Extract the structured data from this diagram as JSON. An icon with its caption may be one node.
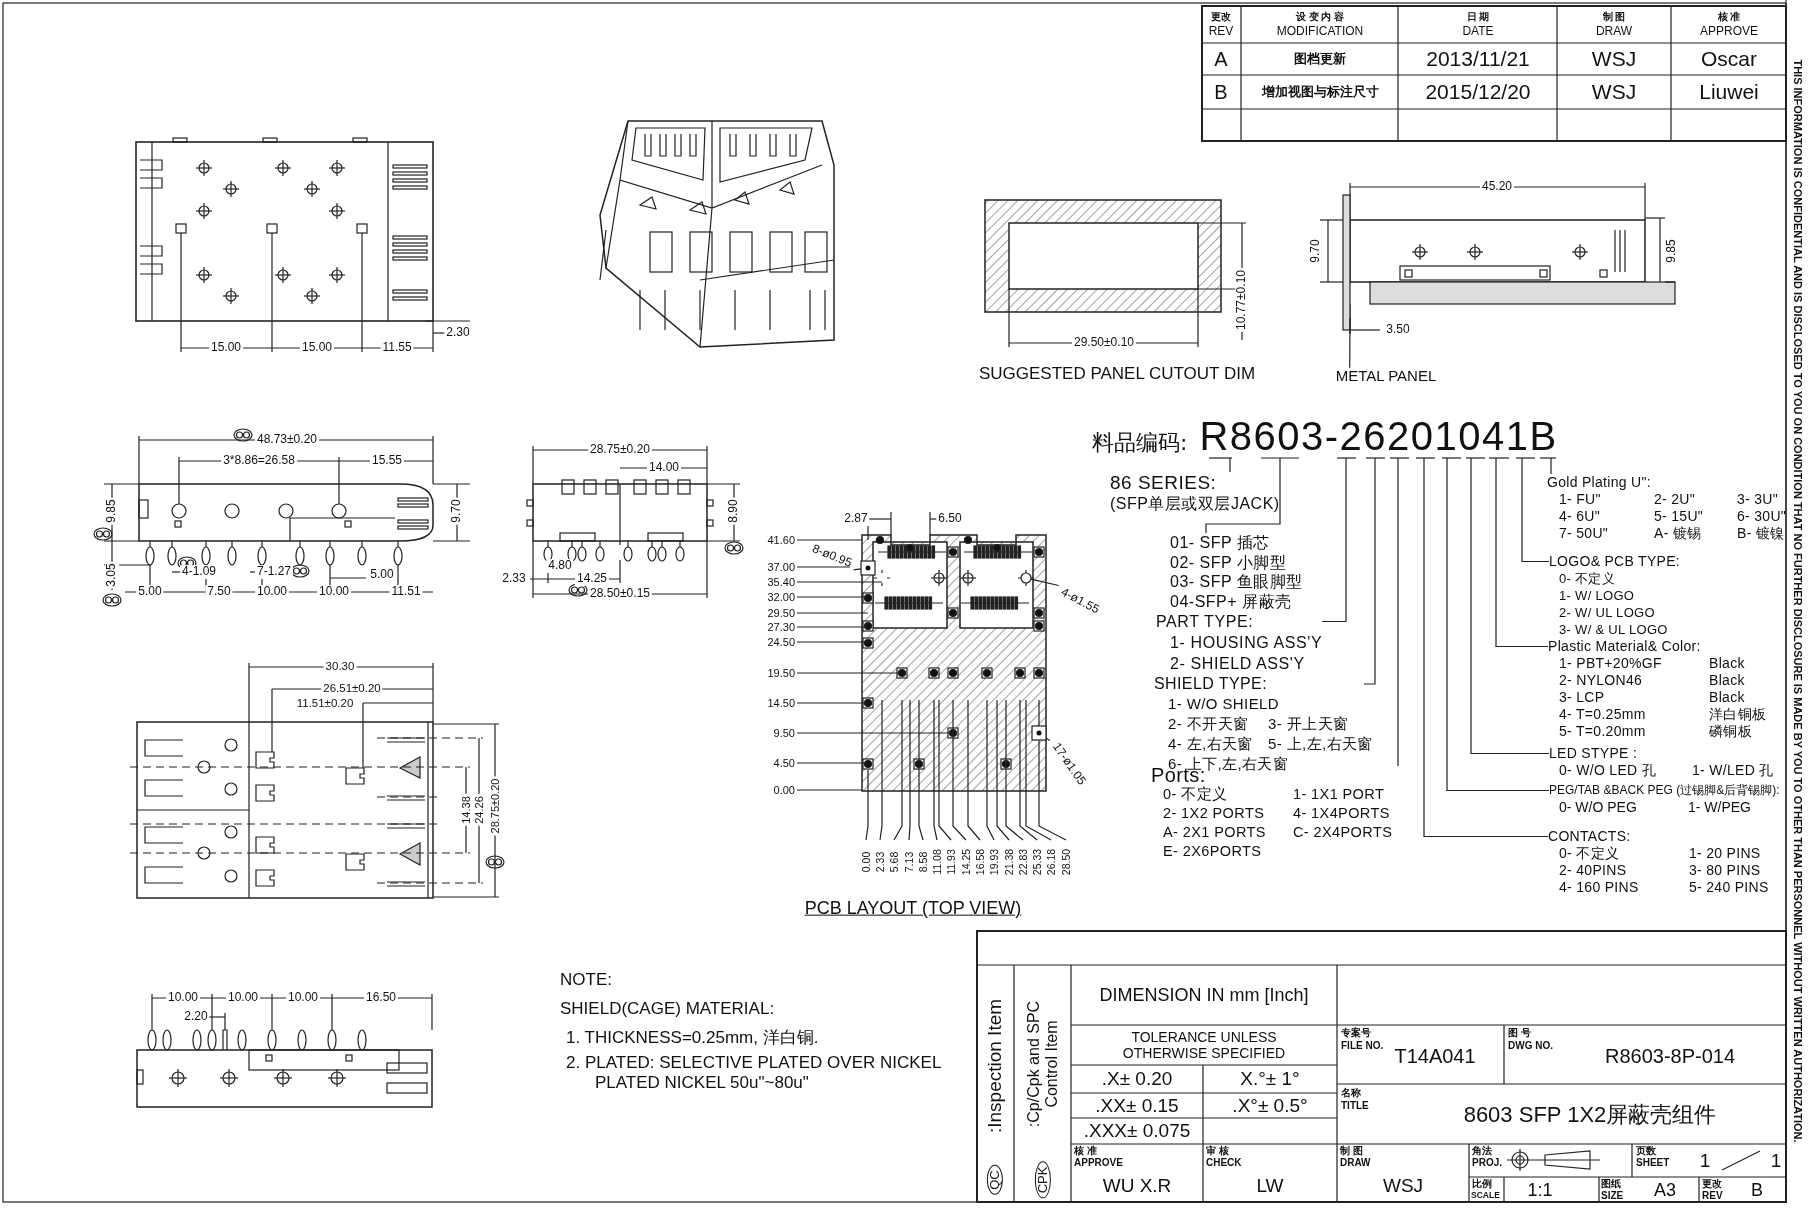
{
  "diagram": {
    "nodes": [
      {
        "text": [
          "料品编码:",
          "R8603-26201041B"
        ]
      },
      {
        "text": [
          "86 SERIES:",
          "(SFP单层或双层JACK)"
        ]
      },
      {
        "text": [
          "01- SFP 插芯",
          "02- SFP 小脚型",
          "03- SFP 鱼眼脚型",
          "04-SFP+ 屏蔽壳"
        ]
      },
      {
        "text": [
          "PART TYPE:",
          "1- HOUSING ASS'Y",
          "2- SHIELD ASS'Y"
        ]
      },
      {
        "text": [
          "SHIELD TYPE:",
          "1- W/O SHIELD",
          "2- 不开天窗",
          "3- 开上天窗",
          "4- 左,右天窗",
          "5- 上,左,右天窗",
          "6- 上下,左,右天窗"
        ]
      },
      {
        "text": [
          "Ports:",
          "0- 不定义",
          "1- 1X1 PORT",
          "2- 1X2 PORTS",
          "4- 1X4PORTS",
          "A- 2X1 PORTS",
          "C- 2X4PORTS",
          "E- 2X6PORTS"
        ]
      },
      {
        "text": [
          "Gold Plating U\":",
          "1- FU\"",
          "2- 2U\"",
          "3- 3U\"",
          "4- 6U\"",
          "5- 15U\"",
          "6- 30U\"",
          "7- 50U\"",
          "A- 镀锡",
          "B- 镀镍"
        ]
      },
      {
        "text": [
          "LOGO& PCB TYPE:",
          "0- 不定义",
          "1- W/ LOGO",
          "2- W/ UL LOGO",
          "3- W/ & UL LOGO"
        ]
      },
      {
        "text": [
          "Plastic Material& Color:",
          "1- PBT+20%GF",
          "Black",
          "2- NYLON46",
          "Black",
          "3- LCP",
          "Black",
          "4- T=0.25mm",
          "洋白铜板",
          "5- T=0.20mm",
          "磷铜板"
        ]
      },
      {
        "text": [
          "LED STYPE :",
          "0- W/O LED 孔",
          "1- W/LED 孔"
        ]
      },
      {
        "text": [
          "PEG/TAB &BACK PEG (过锡脚&后背锡脚):",
          "0- W/O PEG",
          "1- W/PEG"
        ]
      },
      {
        "text": [
          "CONTACTS:",
          "0- 不定义",
          "1- 20 PINS",
          "2- 40PINS",
          "3- 80 PINS",
          "4- 160 PINS",
          "5- 240 PINS"
        ]
      },
      {
        "text": [
          "8-ø0.95"
        ]
      },
      {
        "text": [
          "4-ø1.55"
        ]
      },
      {
        "text": [
          "17-ø1.05"
        ]
      },
      {
        "text": [
          "METAL PANEL"
        ]
      },
      {
        "text": [],
        "shape": "bar"
      },
      {
        "text": [],
        "shape": "box"
      },
      {
        "text": [],
        "shape": "circle"
      },
      {
        "text": [],
        "shape": "box"
      }
    ],
    "edges": [
      {
        "from": 0,
        "to": 1,
        "arrow": "none"
      },
      {
        "from": 0,
        "to": 2,
        "arrow": "none"
      },
      {
        "from": 0,
        "to": 3,
        "arrow": "none"
      },
      {
        "from": 0,
        "to": 4,
        "arrow": "none"
      },
      {
        "from": 0,
        "to": 5,
        "arrow": "none"
      },
      {
        "from": 0,
        "to": 6,
        "arrow": "none"
      },
      {
        "from": 0,
        "to": 7,
        "arrow": "none"
      },
      {
        "from": 0,
        "to": 8,
        "arrow": "none"
      },
      {
        "from": 0,
        "to": 9,
        "arrow": "none"
      },
      {
        "from": 0,
        "to": 10,
        "arrow": "none"
      },
      {
        "from": 0,
        "to": 11,
        "arrow": "none"
      },
      {
        "from": 12,
        "to": 17,
        "arrow": "none"
      },
      {
        "from": 13,
        "to": 18,
        "arrow": "none"
      },
      {
        "from": 14,
        "to": 19,
        "arrow": "none"
      },
      {
        "from": 15,
        "to": 16,
        "arrow": "none"
      }
    ],
    "labels": [
      "更改",
      "REV",
      "设 变 内 容",
      "MODIFICATION",
      "日 期",
      "DATE",
      "制 图",
      "DRAW",
      "核 准",
      "APPROVE",
      "A",
      "图档更新",
      "2013/11/21",
      "WSJ",
      "Oscar",
      "B",
      "增加视图与标注尺寸",
      "2015/12/20",
      "WSJ",
      "Liuwei",
      "THIS INFORMATION IS CONFIDENTIAL AND IS DISCLOSED TO YOU ON CONDITION THAT NO FURTHER DISCLOSURE IS MADE BY YOU TO OTHER THAN PERSONNEL WITHOUT WRITTEN AUTHORIZATION.",
      "15.00",
      "15.00",
      "11.55",
      "2.30",
      "29.50±0.10",
      "10.77±0.10",
      "SUGGESTED PANEL CUTOUT DIM",
      "45.20",
      "9.70",
      "9.85",
      "3.50",
      "48.73±0.20",
      "3*8.86=26.58",
      "15.55",
      "9.85",
      "9.70",
      "3.05",
      "4-1.09",
      "7-1.27",
      "5.00",
      "5.00",
      "7.50",
      "10.00",
      "10.00",
      "11.51",
      "28.75±0.20",
      "14.00",
      "8.90",
      "2.33",
      "4.80",
      "14.25",
      "28.50±0.15",
      "41.60",
      "37.00",
      "35.40",
      "32.00",
      "29.50",
      "27.30",
      "24.50",
      "19.50",
      "14.50",
      "9.50",
      "4.50",
      "0.00",
      "2.87",
      "6.50",
      "0.00",
      "2.33",
      "5.68",
      "7.13",
      "8.58",
      "11.08",
      "11.93",
      "14.25",
      "16.58",
      "19.93",
      "21.38",
      "22.83",
      "25.33",
      "26.18",
      "28.50",
      "PCB LAYOUT (TOP VIEW)",
      "30.30",
      "26.51±0.20",
      "11.51±0.20",
      "14.38",
      "24.26",
      "28.75±0.20",
      "10.00",
      "10.00",
      "10.00",
      "16.50",
      "2.20",
      "NOTE:",
      "SHIELD(CAGE) MATERIAL:",
      "1. THICKNESS=0.25mm, 洋白铜.",
      "2. PLATED: SELECTIVE PLATED OVER NICKEL PLATED NICKEL 50u\"~80u\"",
      "QC",
      ":Inspection Item",
      "CPK",
      ":Cp/Cpk and SPC Control Item",
      "DIMENSION IN mm [Inch]",
      "TOLERANCE UNLESS OTHERWISE SPECIFIED",
      ".X± 0.20",
      "X.°± 1°",
      ".XX± 0.15",
      ".X°± 0.5°",
      ".XXX± 0.075",
      "专案号",
      "FILE NO.",
      "T14A041",
      "图 号",
      "DWG NO.",
      "R8603-8P-014",
      "名称",
      "TITLE",
      "8603 SFP 1X2屏蔽壳组件",
      "核 准",
      "APPROVE",
      "WU X.R",
      "审 核",
      "CHECK",
      "LW",
      "制 图",
      "DRAW",
      "WSJ",
      "角法",
      "PROJ.",
      "页数",
      "SHEET",
      "1",
      "1",
      "比例",
      "SCALE",
      "1:1",
      "图纸",
      "SIZE",
      "A3",
      "更改",
      "REV",
      "B"
    ]
  }
}
